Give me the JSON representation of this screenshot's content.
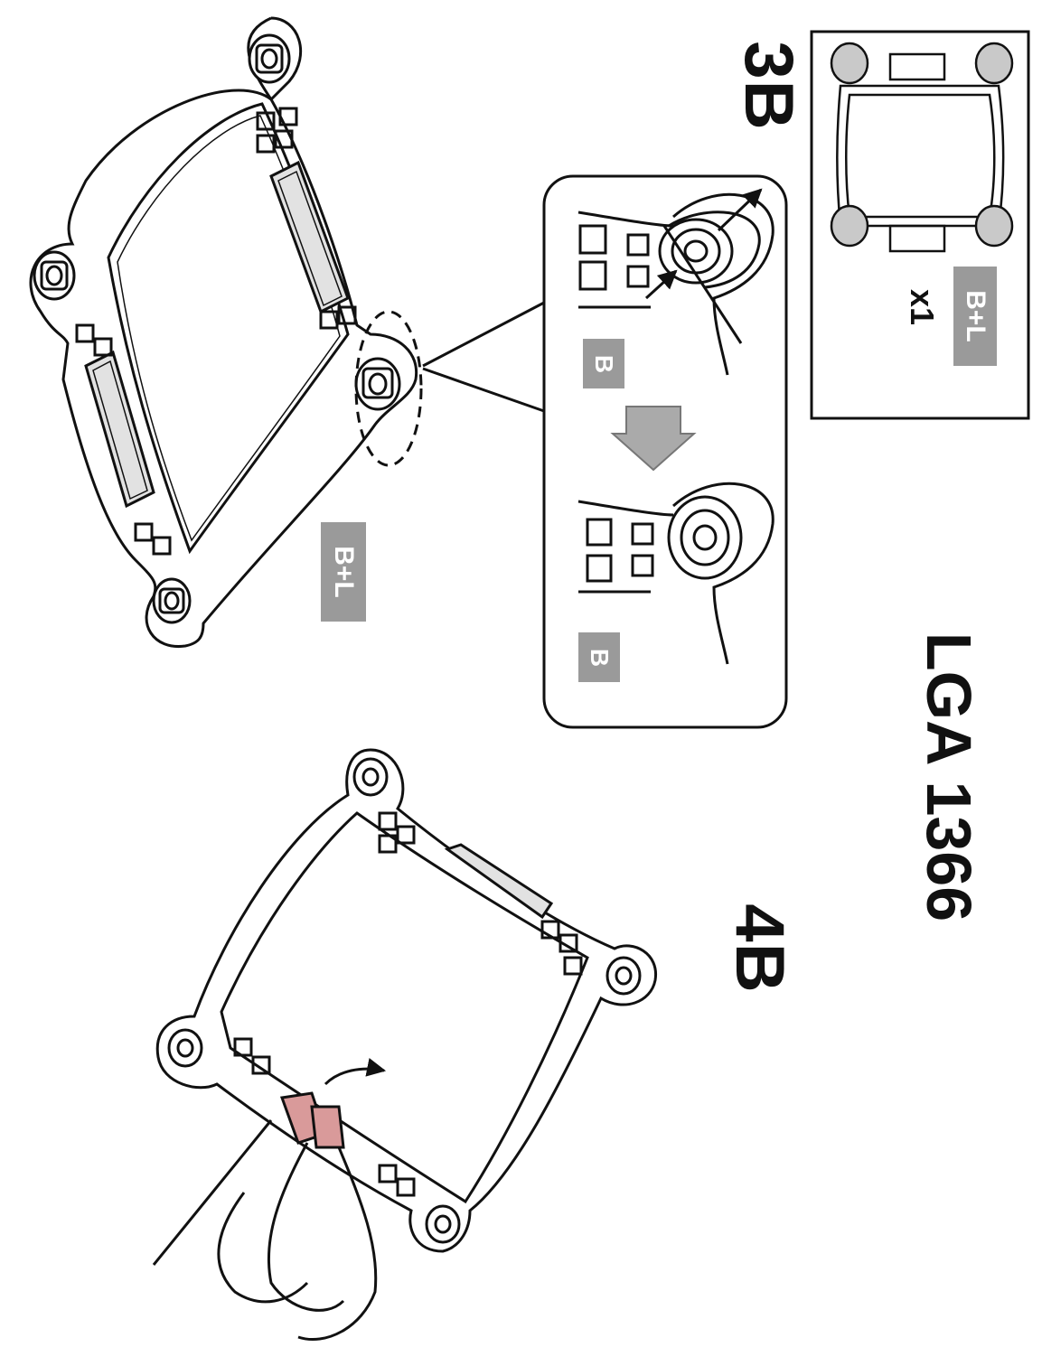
{
  "title": "LGA 1366",
  "steps": [
    {
      "id": "3B",
      "label": "3B"
    },
    {
      "id": "4B",
      "label": "4B"
    }
  ],
  "badges": {
    "main_frame": "B+L",
    "detail_before": "B",
    "detail_after": "B",
    "parts_box": "B+L"
  },
  "parts_box": {
    "quantity": "x1"
  },
  "colors": {
    "badge_gray": "#9a9a9a",
    "line": "#111111",
    "fingertip": "#d99a9a"
  }
}
